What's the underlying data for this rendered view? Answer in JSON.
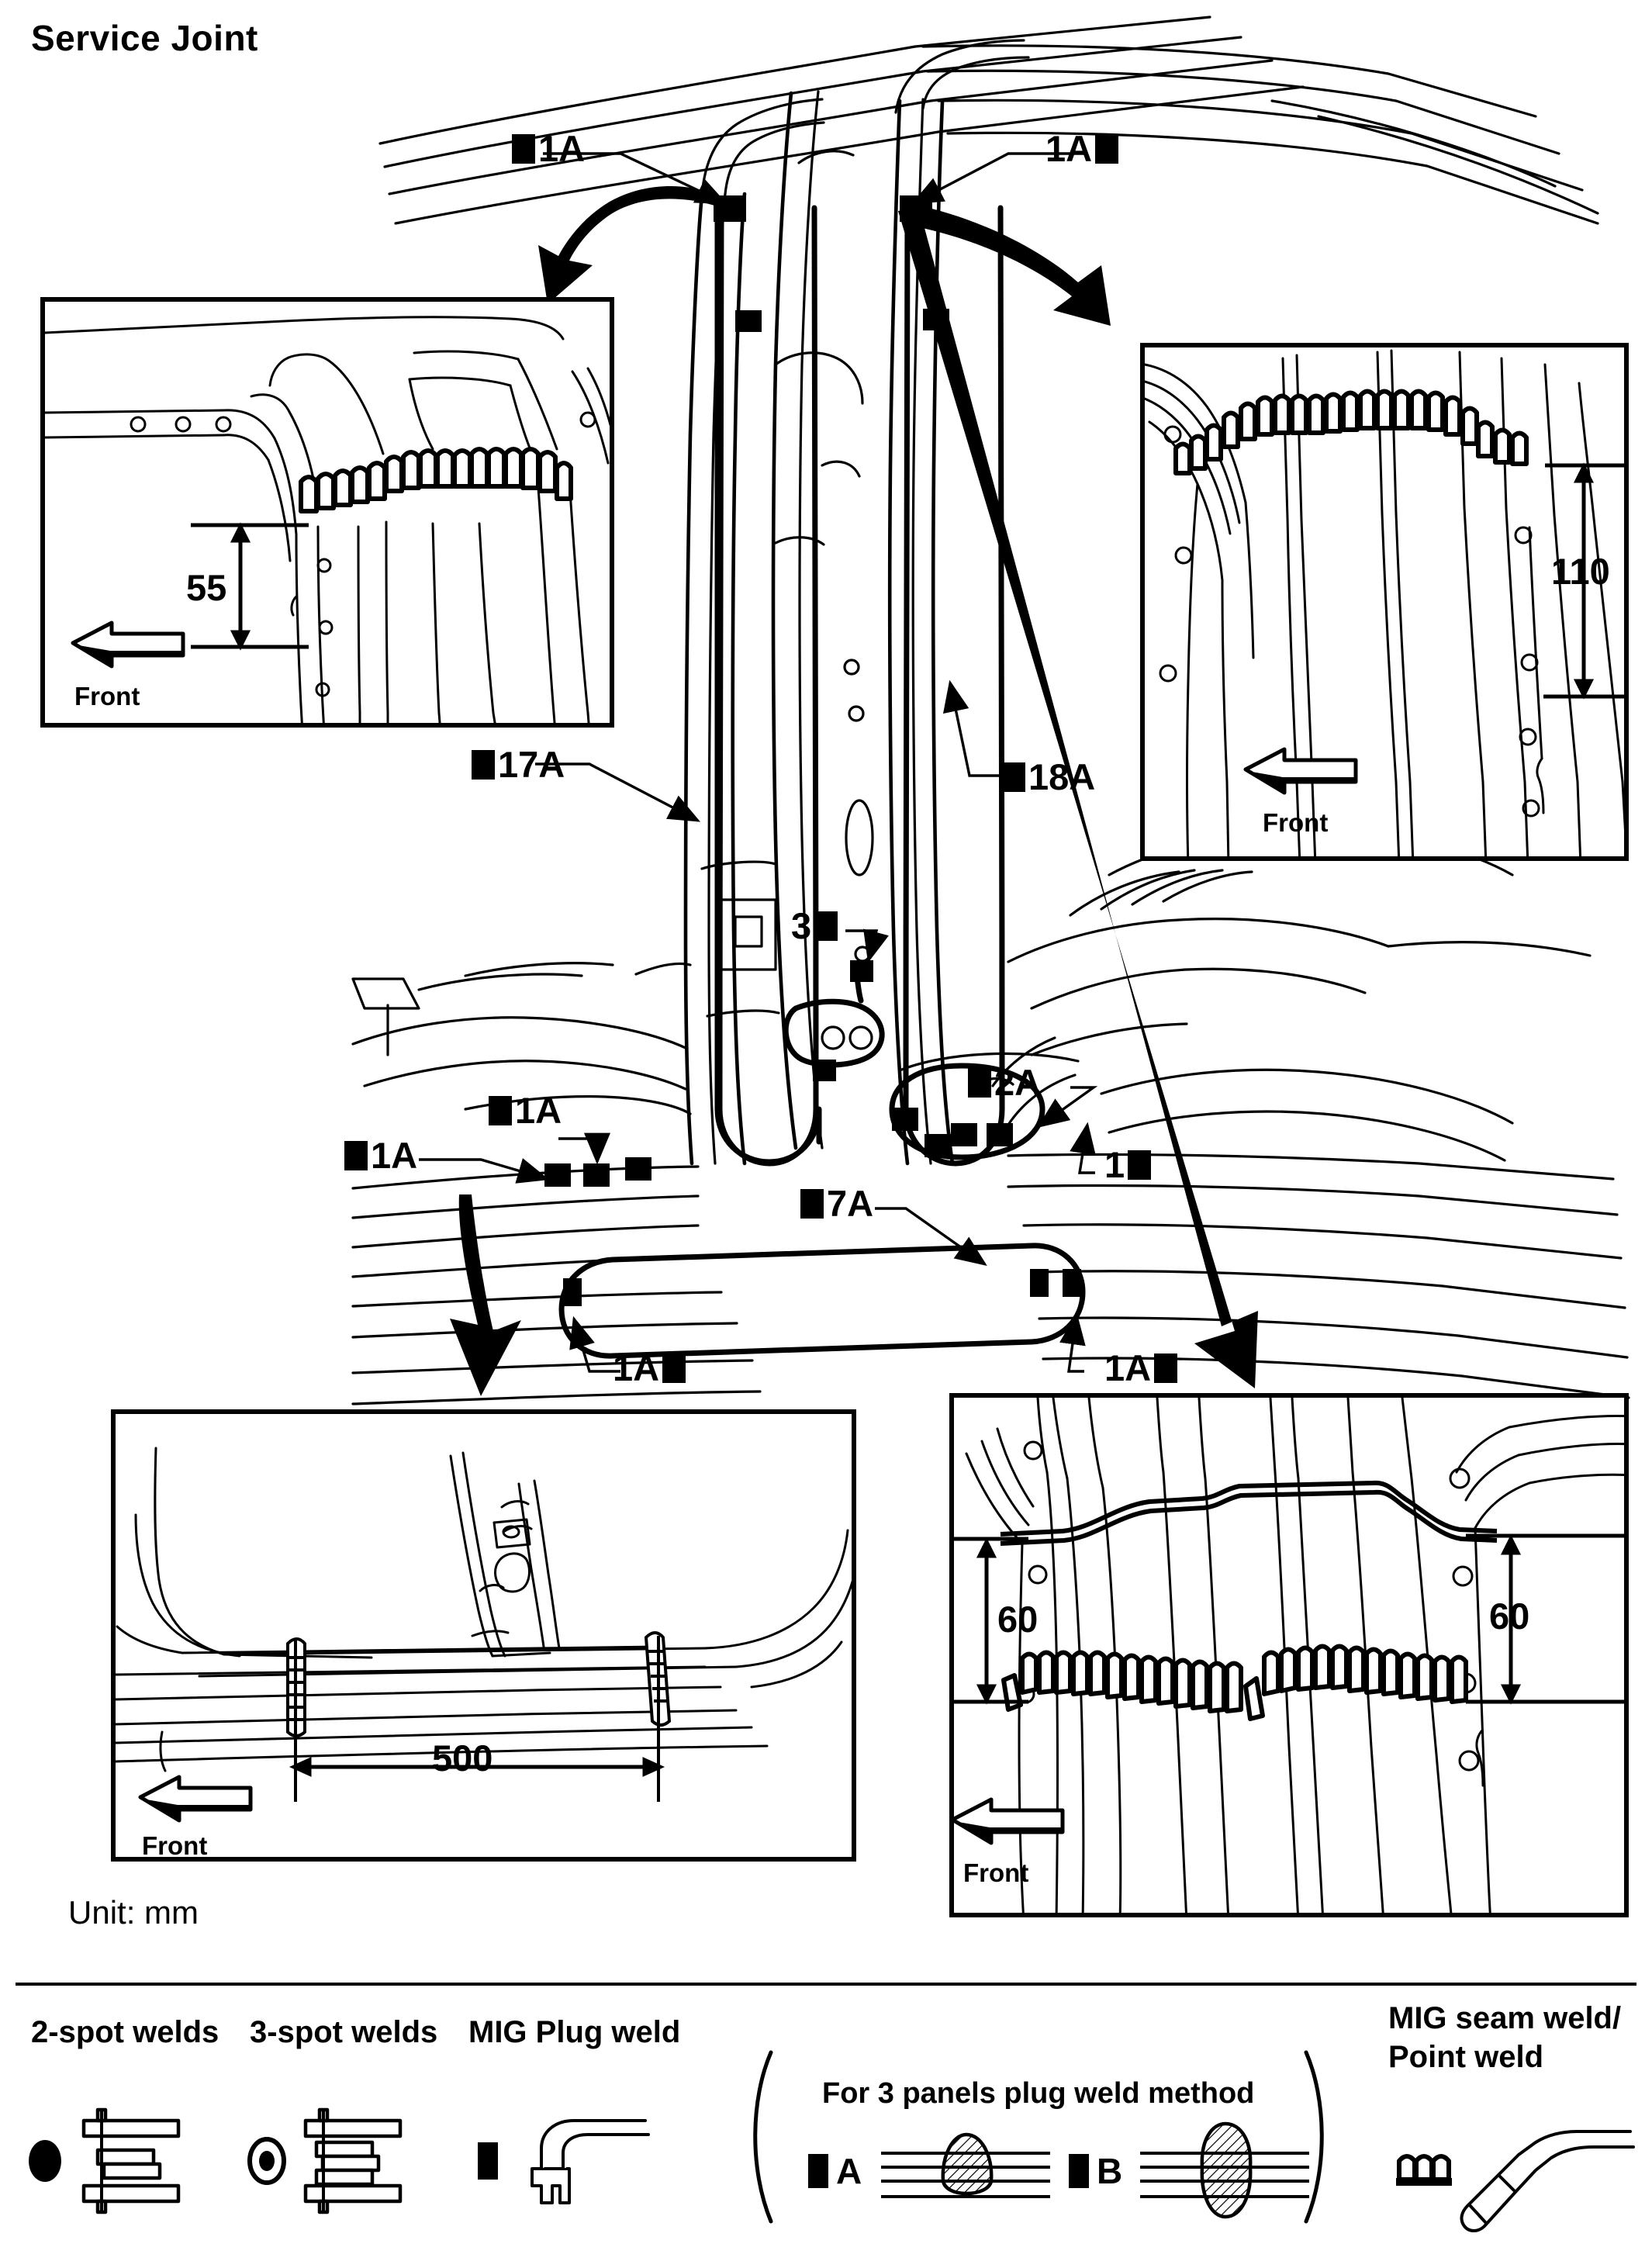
{
  "page": {
    "title": "Service Joint",
    "unit_note": "Unit: mm"
  },
  "callouts": [
    {
      "id": "top-left-1a",
      "text": "1A",
      "square": "before"
    },
    {
      "id": "top-right-1a",
      "text": "1A",
      "square": "after"
    },
    {
      "id": "center-17a",
      "text": "17A",
      "square": "before"
    },
    {
      "id": "center-18a",
      "text": "18A",
      "square": "before"
    },
    {
      "id": "center-3",
      "text": "3",
      "square": "after"
    },
    {
      "id": "lower-left-outer-1a",
      "text": "1A",
      "square": "before"
    },
    {
      "id": "lower-left-inner-1a",
      "text": "1A",
      "square": "before"
    },
    {
      "id": "lower-7a",
      "text": "7A",
      "square": "before"
    },
    {
      "id": "lower-2a",
      "text": "2A",
      "square": "before"
    },
    {
      "id": "lower-right-1",
      "text": "1",
      "square": "after"
    },
    {
      "id": "bottom-left-1a",
      "text": "1A",
      "square": "after"
    },
    {
      "id": "bottom-right-1a",
      "text": "1A",
      "square": "after"
    }
  ],
  "insets": {
    "top_left": {
      "dimension": "55",
      "front_label": "Front"
    },
    "top_right": {
      "dimension": "110",
      "front_label": "Front"
    },
    "bottom_left": {
      "dimension": "500",
      "front_label": "Front"
    },
    "bottom_right": {
      "dimension_left": "60",
      "dimension_right": "60",
      "front_label": "Front"
    }
  },
  "legend": {
    "items": [
      {
        "id": "two-spot-welds",
        "label": "2-spot welds"
      },
      {
        "id": "three-spot-welds",
        "label": "3-spot welds"
      },
      {
        "id": "mig-plug-weld",
        "label": "MIG Plug weld"
      },
      {
        "id": "three-panel-group",
        "label": "For 3 panels plug weld method"
      },
      {
        "id": "mig-seam-weld",
        "label": "MIG seam weld/\nPoint weld"
      }
    ],
    "three_panel": {
      "caption": "For 3 panels plug weld method",
      "option_a": "A",
      "option_b": "B"
    },
    "mig_seam_label_line1": "MIG seam weld/",
    "mig_seam_label_line2": "Point weld"
  },
  "colors": {
    "ink": "#000000",
    "paper": "#ffffff"
  }
}
